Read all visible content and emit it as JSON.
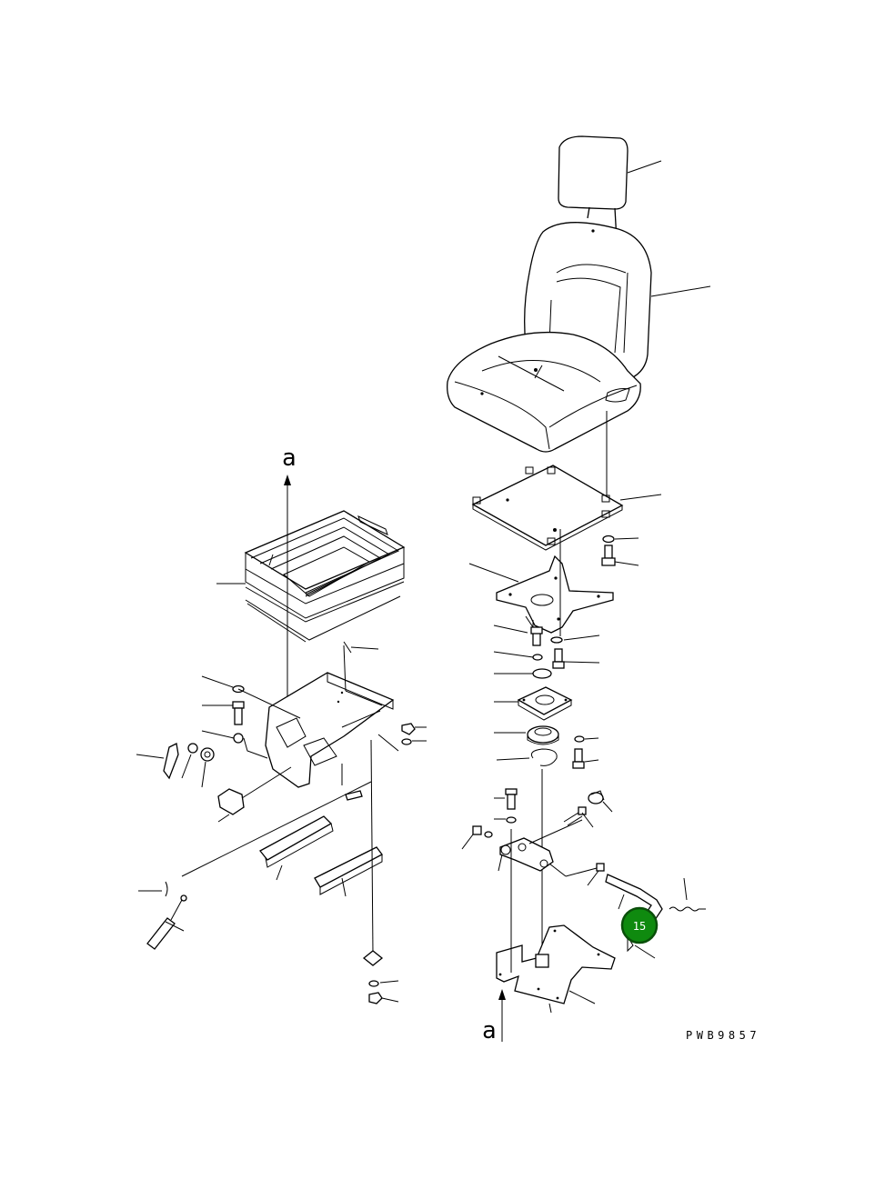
{
  "diagram": {
    "drawing_number": "PWB9857",
    "section_marks": {
      "top": "a",
      "bottom": "a"
    },
    "callouts": [
      {
        "label": "15",
        "fill": "#0f8a0f",
        "stroke": "#0a4f0a",
        "text_color": "#ffffff"
      }
    ]
  }
}
